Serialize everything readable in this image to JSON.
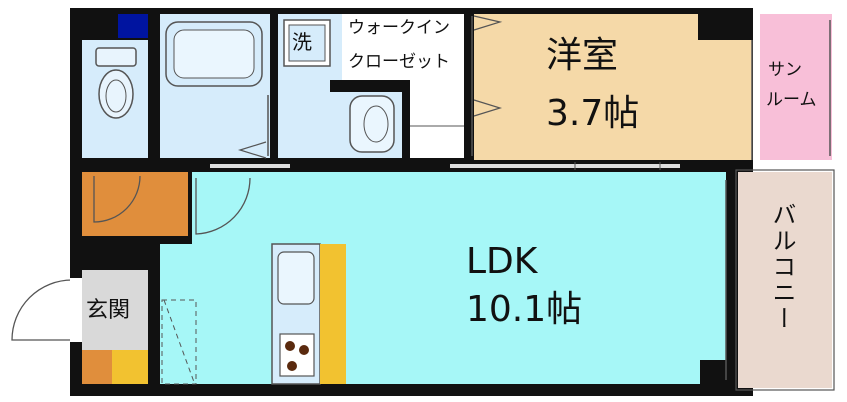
{
  "rooms": {
    "western_room": {
      "name": "洋室",
      "size": "3.7帖"
    },
    "ldk": {
      "name": "LDK",
      "size": "10.1帖"
    },
    "walk_in_closet": {
      "line1": "ウォークイン",
      "line2": "クローゼット"
    },
    "sunroom": {
      "line1": "サン",
      "line2": "ルーム"
    },
    "balcony": {
      "name": "バルコニー"
    },
    "entrance": {
      "name": "玄関"
    },
    "washer": {
      "name": "洗"
    }
  },
  "colors": {
    "wall": "#111111",
    "ldk": "#a6f7f7",
    "western_room": "#f5d9a8",
    "wet_area": "#d6ecfb",
    "sunroom": "#f8bfd8",
    "balcony": "#ead9cf",
    "entrance": "#e08e3c",
    "entrance_floor": "#d9d9d9",
    "counter": "#f2c230",
    "accent_blue": "#0014a0"
  }
}
